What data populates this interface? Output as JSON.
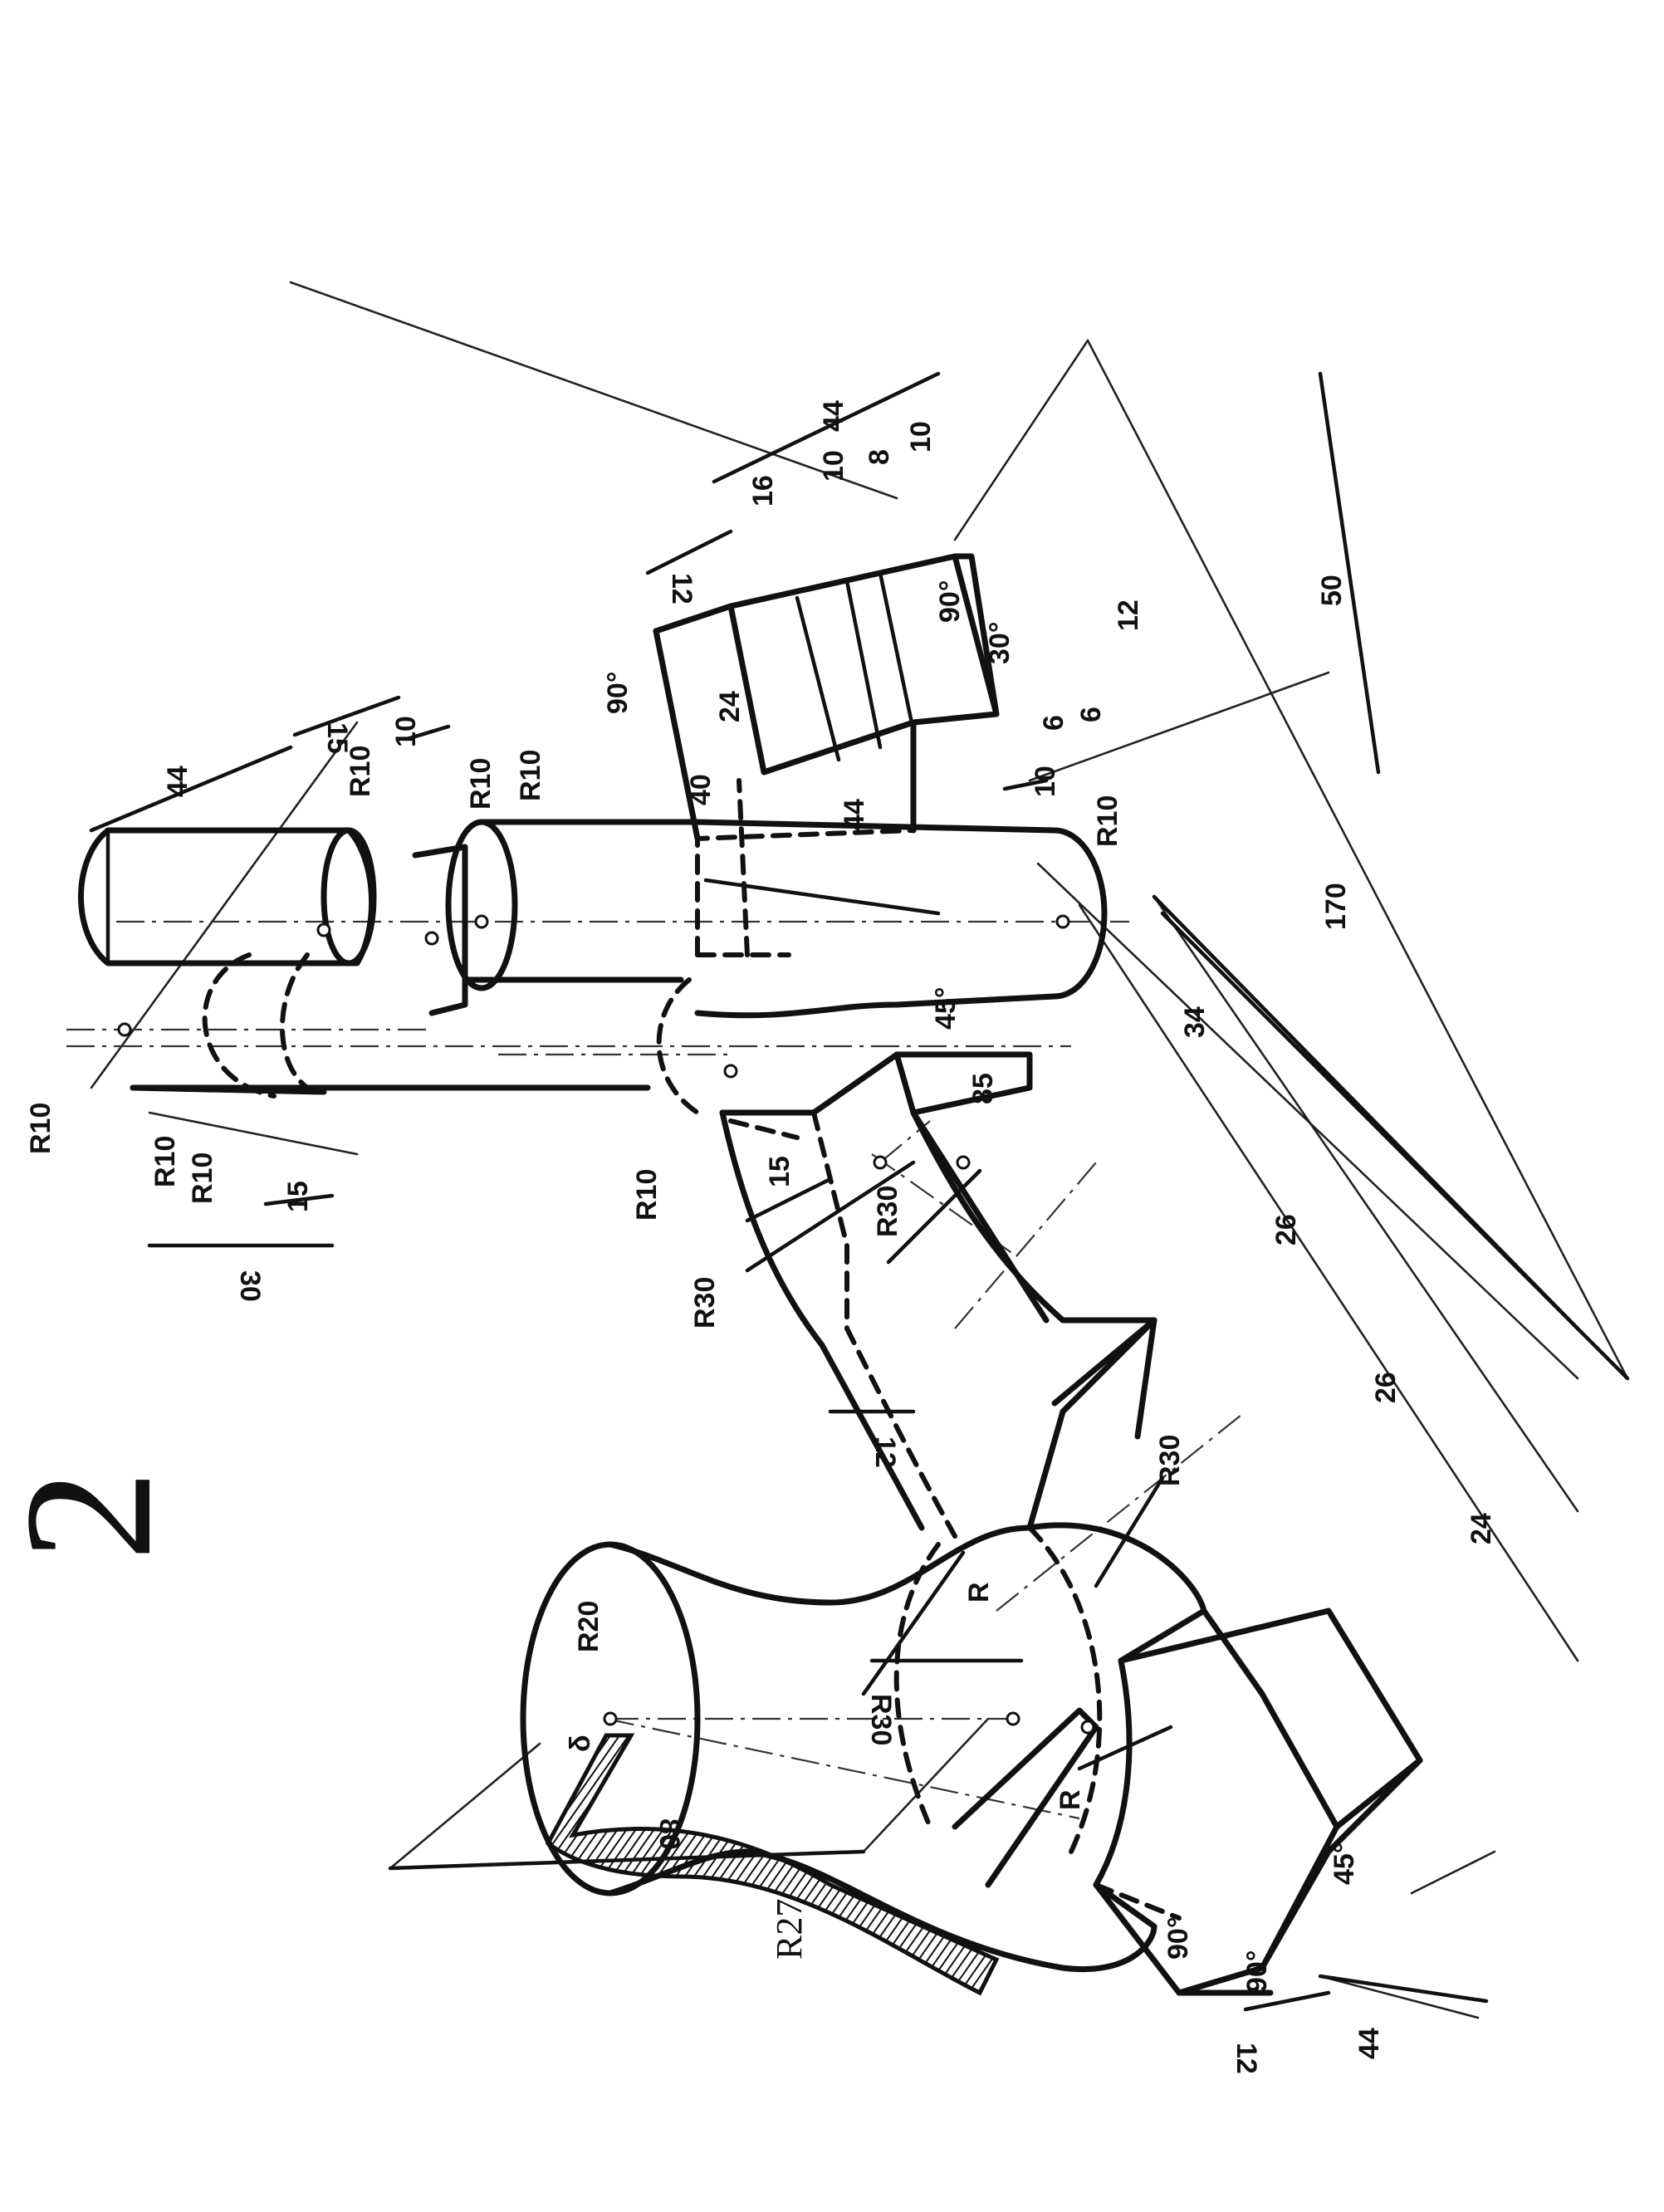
{
  "sheet": {
    "number": "2"
  },
  "labels": {
    "d44_left": "44",
    "d15_top": "15",
    "d10_top": "10",
    "r10_a": "R10",
    "r10_b": "R10",
    "r10_c": "R10",
    "r10_d": "R10",
    "r10_e": "R10",
    "r10_f": "R10",
    "r10_g": "R10",
    "r10_h": "R10",
    "d15_left": "15",
    "d30_left": "30",
    "d44_right": "44",
    "d16": "16",
    "d10_a": "10",
    "d8": "8",
    "d10_b": "10",
    "d12_top": "12",
    "ang90_a": "90°",
    "ang90_b": "90°",
    "ang30": "30°",
    "d24": "24",
    "d40": "40",
    "d44_mid": "44",
    "d10_mid": "10",
    "d6_a": "6",
    "d6_b": "6",
    "d12_side": "12",
    "d50": "50",
    "ang45_top": "45°",
    "d85": "85",
    "d15_mid": "15",
    "r30_a": "R30",
    "r30_b": "R30",
    "r30_c": "R30",
    "r30_d": "R30",
    "d12_mid": "12",
    "d170": "170",
    "d34": "34",
    "d26_a": "26",
    "d26_b": "26",
    "d24_low": "24",
    "r20": "R20",
    "r_a": "R",
    "r_b": "R",
    "delta": "δ",
    "r27": "R27",
    "d80": "80",
    "ang45_bottom": "45°",
    "ang90_c": "90°",
    "ang90_d": "90°",
    "d44_bottom": "44",
    "d12_bottom": "12"
  }
}
